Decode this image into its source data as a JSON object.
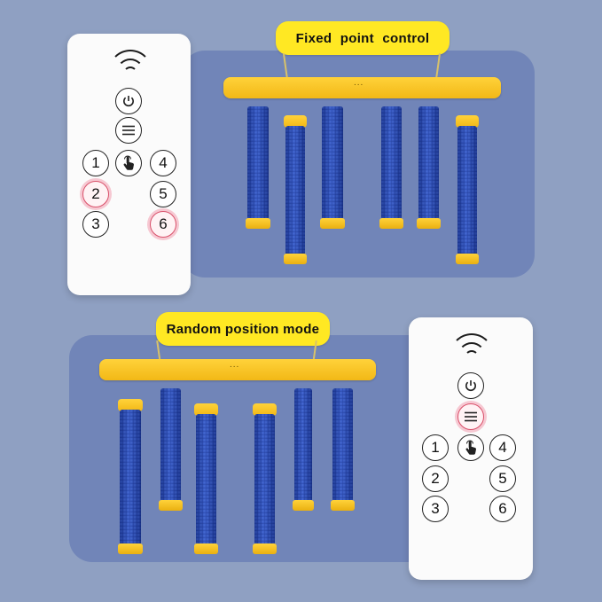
{
  "labels": {
    "top": "Fixed point control",
    "bottom": "Random position mode"
  },
  "remote_top": {
    "buttons": {
      "power": "power-icon",
      "menu": "menu-icon",
      "touch": "touch-icon",
      "b1": "1",
      "b2": "2",
      "b3": "3",
      "b4": "4",
      "b5": "5",
      "b6": "6"
    },
    "highlighted": [
      "2",
      "6"
    ]
  },
  "remote_bottom": {
    "buttons": {
      "power": "power-icon",
      "menu": "menu-icon",
      "touch": "touch-icon",
      "b1": "1",
      "b2": "2",
      "b3": "3",
      "b4": "4",
      "b5": "5",
      "b6": "6"
    },
    "highlighted": [
      "menu"
    ]
  },
  "device": {
    "indicator": "...",
    "colors": {
      "bar": "#f4bf1e",
      "foam": "#2347b8",
      "background": "#8fa0c2",
      "panel": "#7185b8",
      "label": "#ffe823",
      "highlight": "#d9506a"
    }
  }
}
